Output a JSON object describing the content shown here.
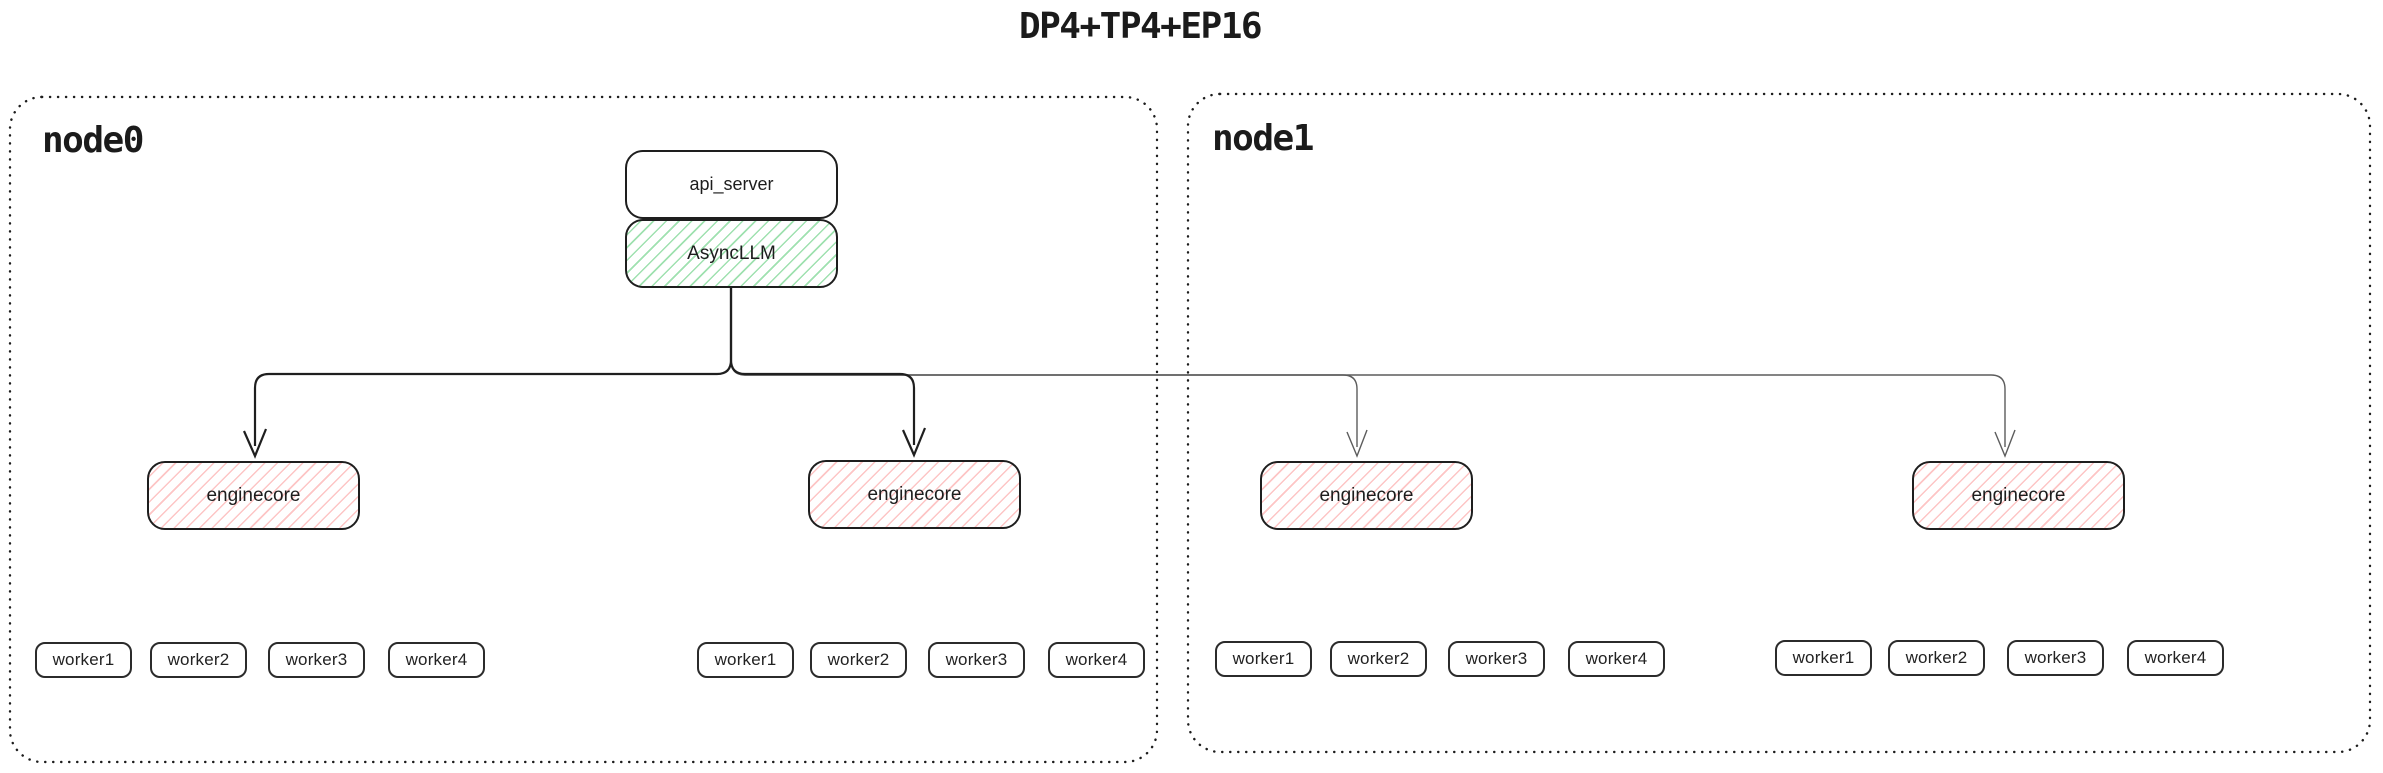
{
  "title": "DP4+TP4+EP16",
  "node0": {
    "label": "node0",
    "api_server_label": "api_server",
    "asyncllm_label": "AsyncLLM",
    "enginecore1": {
      "label": "enginecore",
      "workers": [
        "worker1",
        "worker2",
        "worker3",
        "worker4"
      ]
    },
    "enginecore2": {
      "label": "enginecore",
      "workers": [
        "worker1",
        "worker2",
        "worker3",
        "worker4"
      ]
    }
  },
  "node1": {
    "label": "node1",
    "enginecore1": {
      "label": "enginecore",
      "workers": [
        "worker1",
        "worker2",
        "worker3",
        "worker4"
      ]
    },
    "enginecore2": {
      "label": "enginecore",
      "workers": [
        "worker1",
        "worker2",
        "worker3",
        "worker4"
      ]
    }
  },
  "colors": {
    "asyncllm_hatch_green": "#50c86e",
    "enginecore_hatch_pink": "#fa6e6e",
    "edge_dark": "#1f1f1f",
    "edge_light": "#5c5c5c",
    "border_dark": "#1e1e1e"
  }
}
